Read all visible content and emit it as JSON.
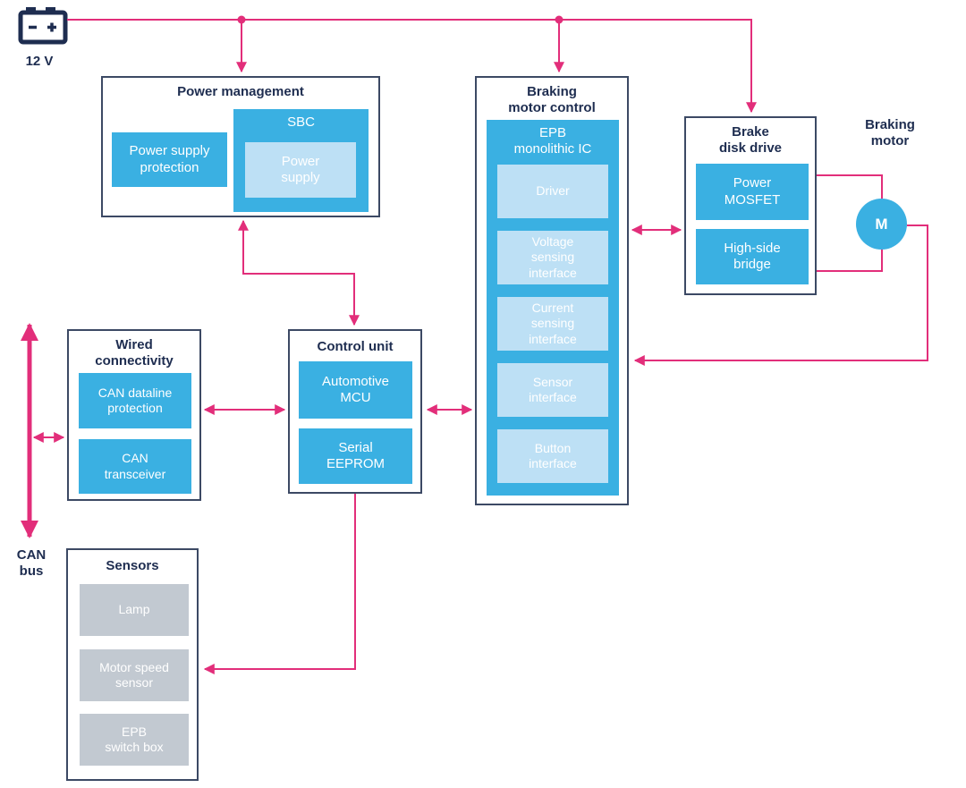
{
  "colors": {
    "accent_pink": "#e22e7a",
    "block_blue": "#3ab0e2",
    "block_light_blue": "#bde0f5",
    "block_gray": "#c2c9d1",
    "navy": "#1e2d50"
  },
  "battery": {
    "voltage_label": "12 V"
  },
  "can_bus": {
    "label": "CAN\nbus"
  },
  "power_management": {
    "title": "Power management",
    "power_supply_protection": "Power supply\nprotection",
    "sbc_title": "SBC",
    "power_supply": "Power\nsupply"
  },
  "braking_motor_control": {
    "title": "Braking\nmotor control",
    "ic_title": "EPB\nmonolithic IC",
    "modules": [
      "Driver",
      "Voltage\nsensing\ninterface",
      "Current\nsensing\ninterface",
      "Sensor\ninterface",
      "Button\ninterface"
    ]
  },
  "brake_disk_drive": {
    "title": "Brake\ndisk drive",
    "power_mosfet": "Power\nMOSFET",
    "high_side_bridge": "High-side\nbridge"
  },
  "braking_motor": {
    "title": "Braking\nmotor",
    "motor_symbol": "M"
  },
  "wired_connectivity": {
    "title": "Wired\nconnectivity",
    "can_dataline_protection": "CAN dataline\nprotection",
    "can_transceiver": "CAN\ntransceiver"
  },
  "control_unit": {
    "title": "Control unit",
    "automotive_mcu": "Automotive\nMCU",
    "serial_eeprom": "Serial\nEEPROM"
  },
  "sensors": {
    "title": "Sensors",
    "lamp": "Lamp",
    "motor_speed_sensor": "Motor speed\nsensor",
    "epb_switch_box": "EPB\nswitch box"
  }
}
